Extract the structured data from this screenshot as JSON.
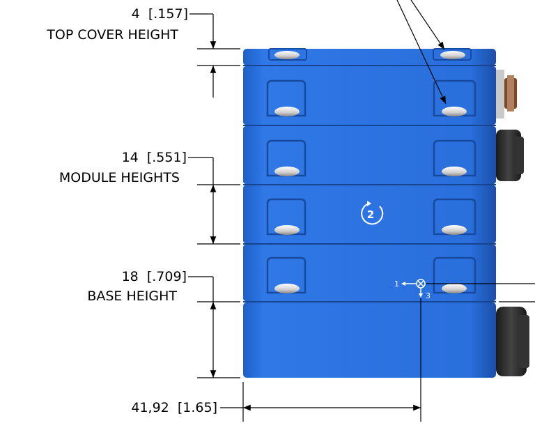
{
  "dimensions": {
    "top_cover": {
      "value": "4",
      "imperial": "[.157]",
      "caption": "TOP COVER HEIGHT"
    },
    "module": {
      "value": "14",
      "imperial": "[.551]",
      "caption": "MODULE HEIGHTS"
    },
    "base": {
      "value": "18",
      "imperial": "[.709]",
      "caption": "BASE HEIGHT"
    },
    "width": {
      "value": "41,92",
      "imperial": "[1.65]"
    }
  },
  "callouts": {
    "module_number": "2",
    "axis_1": "1",
    "axis_3": "3"
  },
  "colors": {
    "housing_blue": "#2a6fdc",
    "housing_dark": "#1d53b3",
    "connector": "#2b2b2b",
    "screw": "#d9d9d9"
  }
}
